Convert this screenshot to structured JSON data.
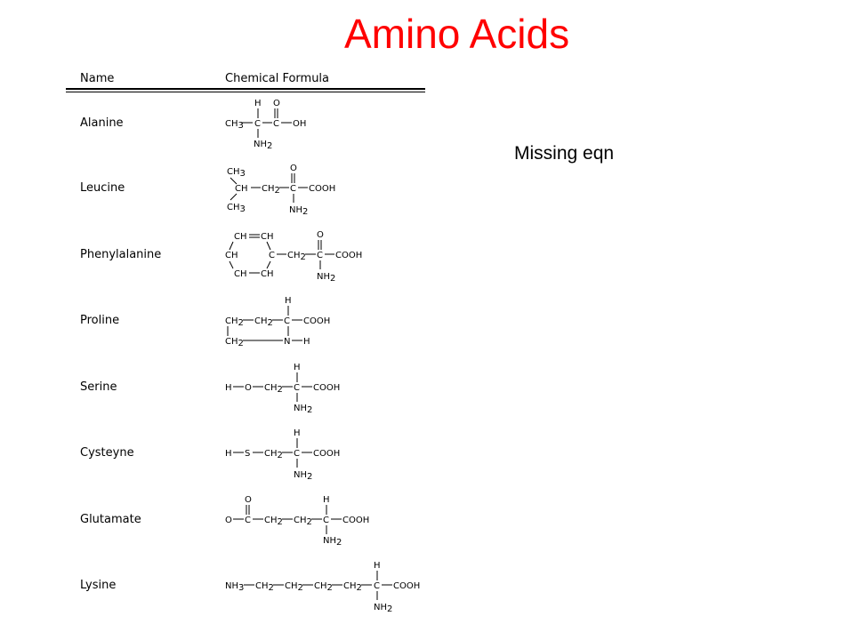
{
  "slide": {
    "title": "Amino Acids",
    "note": "Missing eqn"
  },
  "table": {
    "headers": {
      "name": "Name",
      "formula": "Chemical Formula"
    },
    "amino_acids": [
      {
        "name": "Alanine"
      },
      {
        "name": "Leucine"
      },
      {
        "name": "Phenylalanine"
      },
      {
        "name": "Proline"
      },
      {
        "name": "Serine"
      },
      {
        "name": "Cysteyne"
      },
      {
        "name": "Glutamate"
      },
      {
        "name": "Lysine"
      }
    ],
    "formula_labels": {
      "alanine": {
        "h": "H",
        "o": "O",
        "ch": "CH",
        "sub3": "3",
        "c1": "C",
        "c2": "C",
        "oh": "OH",
        "nh": "NH",
        "sub2": "2"
      },
      "leucine": {
        "ch3a": "CH",
        "sub3a": "3",
        "ch": "CH",
        "ch2": "CH",
        "sub2": "2",
        "c": "C",
        "cooh": "COOH",
        "o": "O",
        "ch3b": "CH",
        "sub3b": "3",
        "nh": "NH",
        "subn": "2"
      },
      "phenylalanine": {
        "tl": "CH",
        "tr": "CH",
        "ml": "CH",
        "mc": "C",
        "ch2": "CH",
        "sub2": "2",
        "c": "C",
        "cooh": "COOH",
        "o": "O",
        "bl": "CH",
        "br": "CH",
        "nh": "NH",
        "subn": "2"
      },
      "proline": {
        "h": "H",
        "ch2a": "CH",
        "sub2a": "2",
        "ch2b": "CH",
        "sub2b": "2",
        "c": "C",
        "cooh": "COOH",
        "ch2c": "CH",
        "sub2c": "2",
        "n": "N",
        "h2": "H"
      },
      "serine": {
        "h": "H",
        "hl": "H",
        "o": "O",
        "ch2": "CH",
        "sub2": "2",
        "c": "C",
        "cooh": "COOH",
        "nh": "NH",
        "subn": "2"
      },
      "cysteyne": {
        "h": "H",
        "hl": "H",
        "s": "S",
        "ch2": "CH",
        "sub2": "2",
        "c": "C",
        "cooh": "COOH",
        "nh": "NH",
        "subn": "2"
      },
      "glutamate": {
        "ot": "O",
        "h": "H",
        "ol": "O",
        "c1": "C",
        "ch2a": "CH",
        "sub2a": "2",
        "ch2b": "CH",
        "sub2b": "2",
        "c": "C",
        "cooh": "COOH",
        "nh": "NH",
        "subn": "2"
      },
      "lysine": {
        "h": "H",
        "nh3": "NH",
        "sub3": "3",
        "ch2a": "CH",
        "sub2a": "2",
        "ch2b": "CH",
        "sub2b": "2",
        "ch2c": "CH",
        "sub2c": "2",
        "ch2d": "CH",
        "sub2d": "2",
        "c": "C",
        "cooh": "COOH",
        "nh": "NH",
        "subn": "2"
      }
    }
  }
}
